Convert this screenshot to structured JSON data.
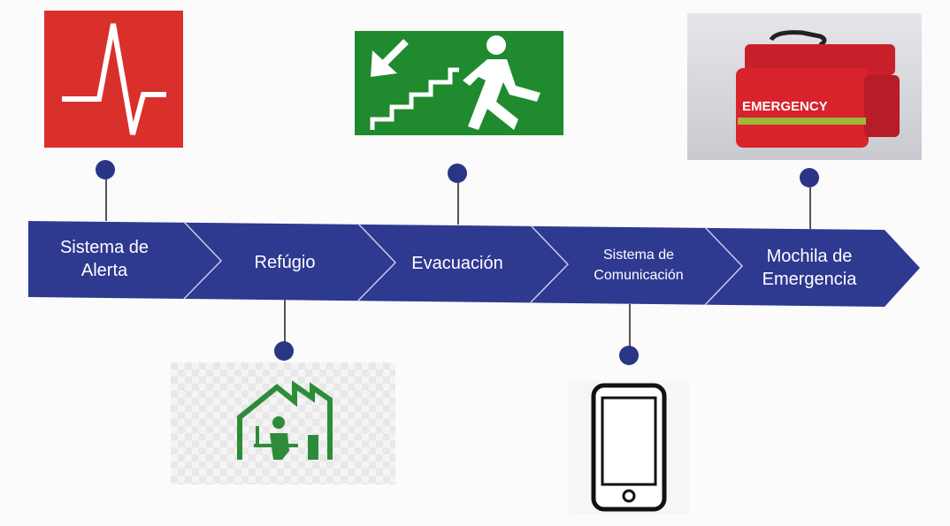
{
  "colors": {
    "band": "#2e3990",
    "dot": "#2b3585",
    "alert_red": "#d9302c",
    "exit_green": "#1f8a2e",
    "shelter_green": "#2e8b3a"
  },
  "steps": [
    {
      "label_line1": "Sistema de",
      "label_line2": "Alerta",
      "icon": "heartbeat-icon"
    },
    {
      "label_line1": "Refúgio",
      "label_line2": "",
      "icon": "shelter-icon"
    },
    {
      "label_line1": "Evacuación",
      "label_line2": "",
      "icon": "emergency-exit-icon"
    },
    {
      "label_line1": "Sistema de",
      "label_line2": "Comunicación",
      "icon": "smartphone-icon"
    },
    {
      "label_line1": "Mochila de",
      "label_line2": "Emergencia",
      "icon": "emergency-bag-icon"
    }
  ],
  "bag_text": "EMERGENCY"
}
